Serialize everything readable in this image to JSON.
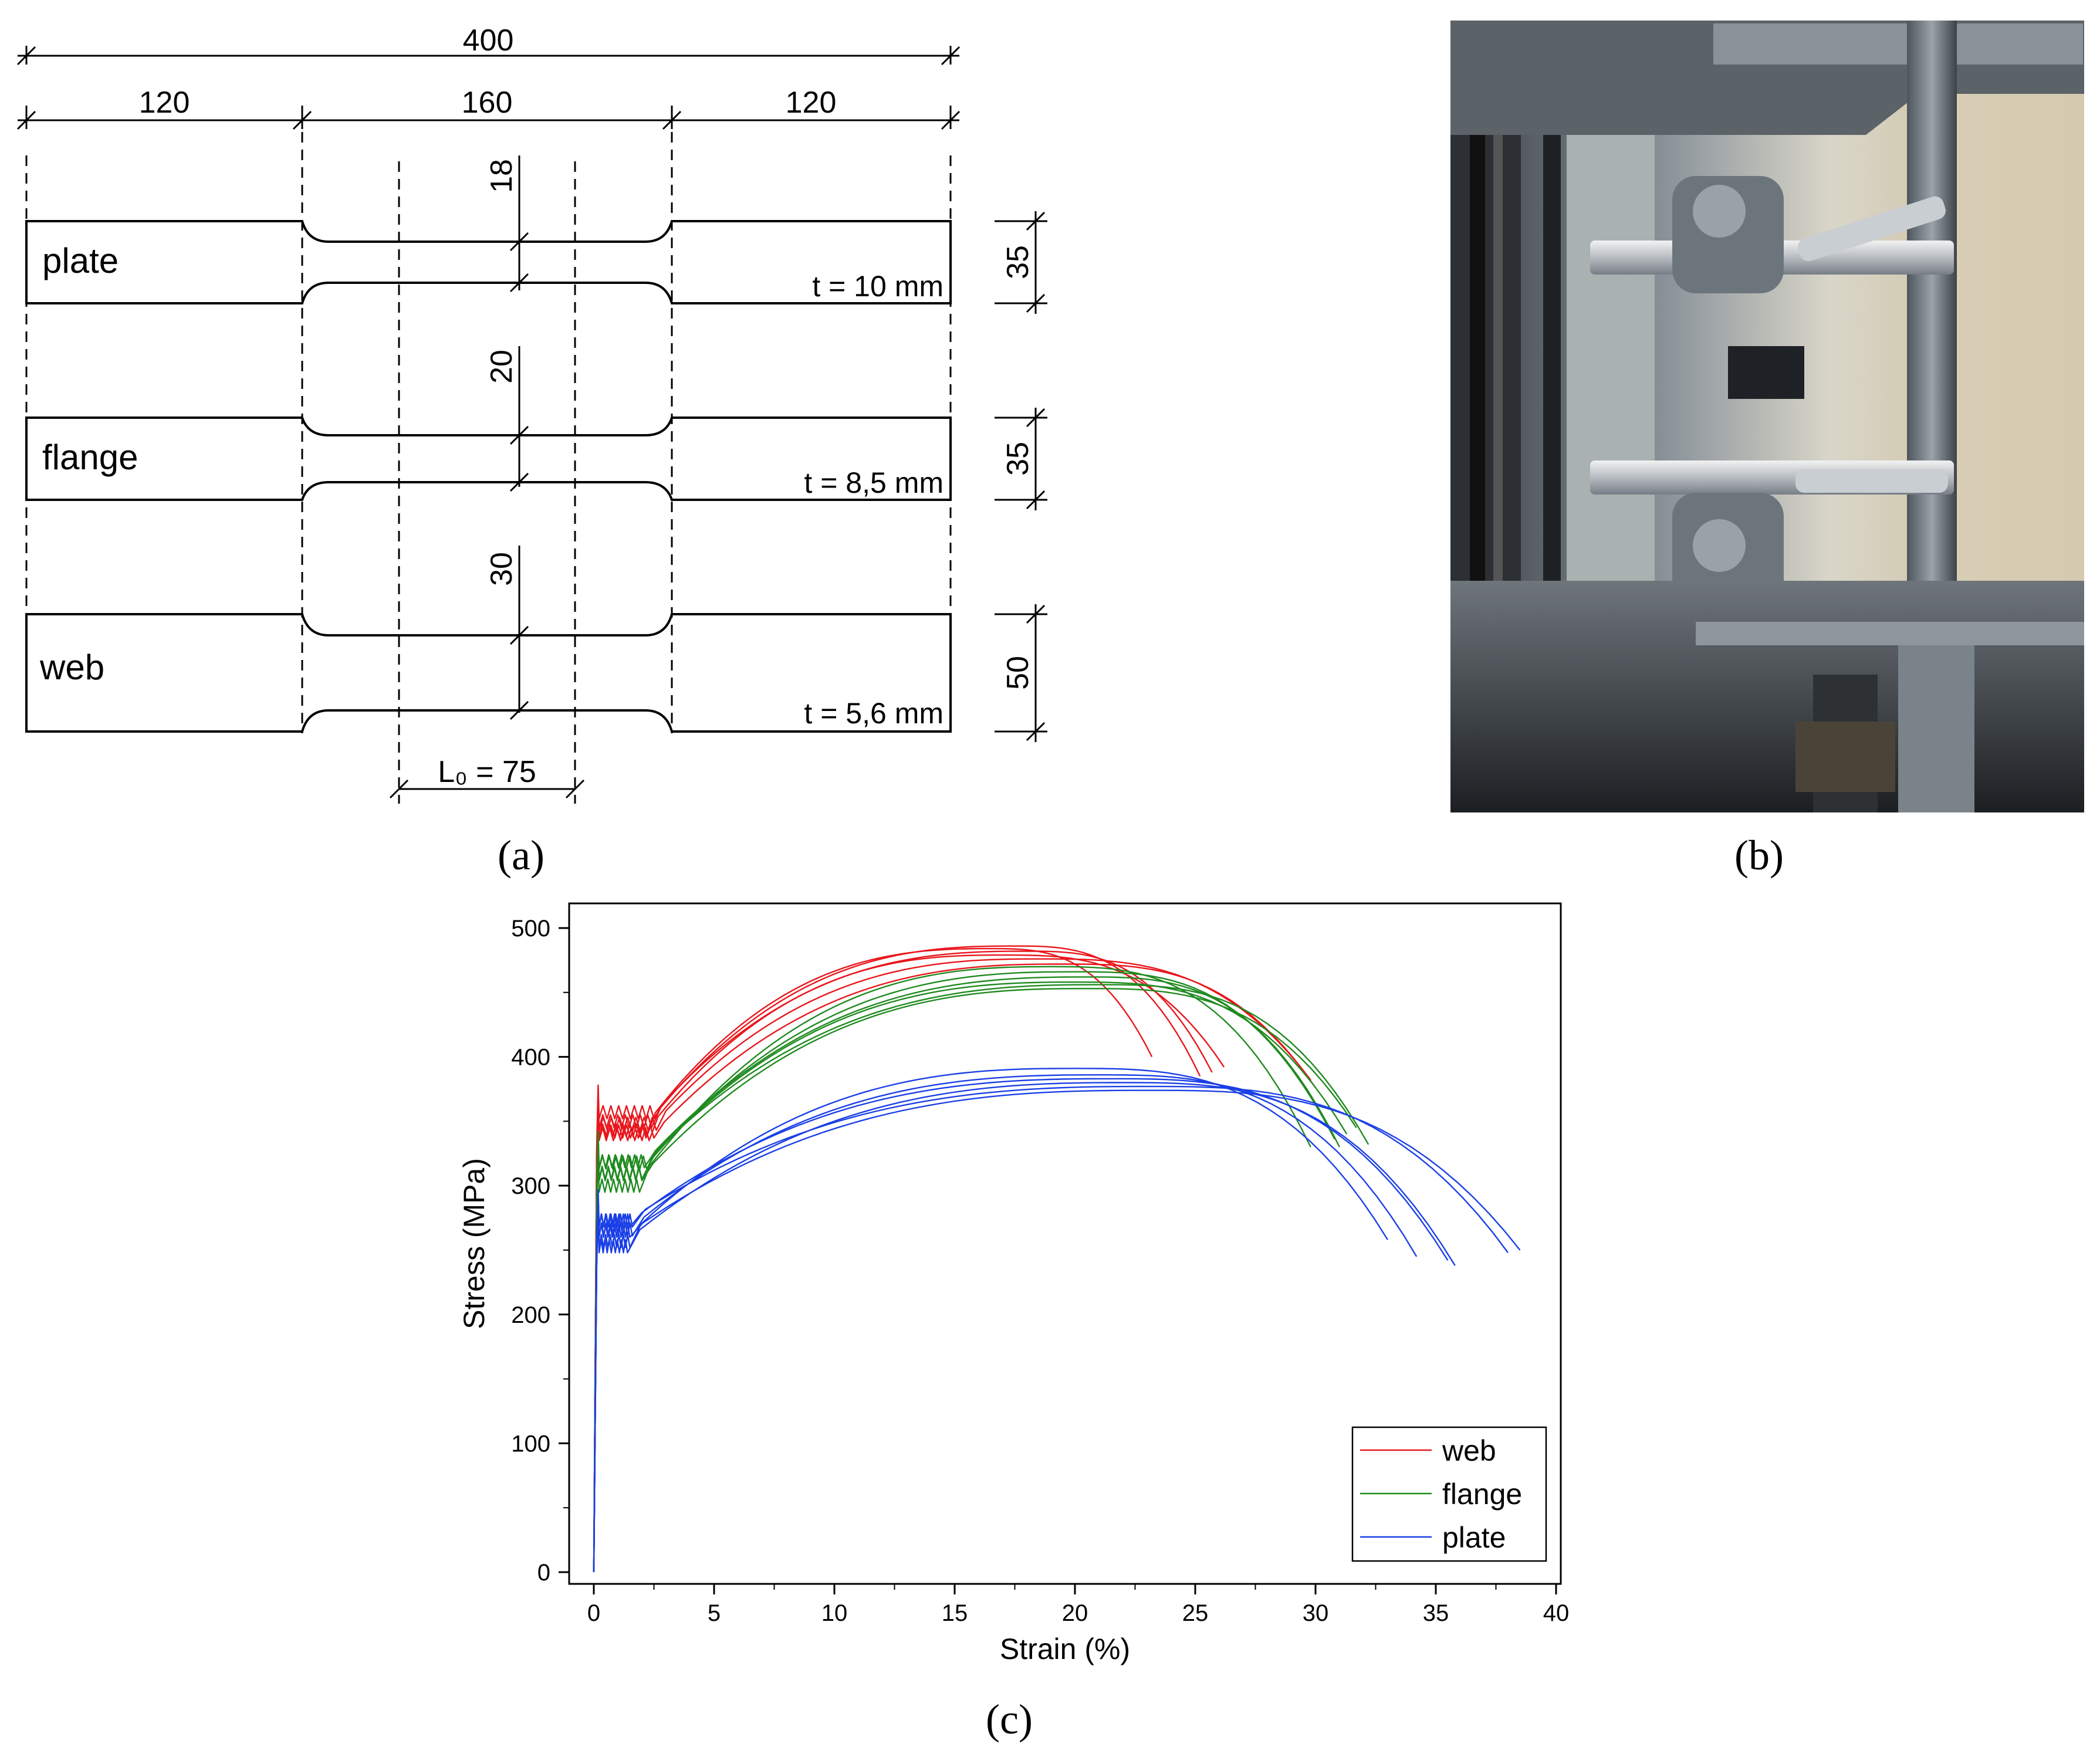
{
  "panel_a": {
    "dimensions": {
      "total_length": "400",
      "grip_left": "120",
      "middle": "160",
      "grip_right": "120",
      "gauge_length": "L₀ = 75"
    },
    "specimens": [
      {
        "name": "plate",
        "neck_width": "18",
        "width": "35",
        "thickness": "t = 10 mm"
      },
      {
        "name": "flange",
        "neck_width": "20",
        "width": "35",
        "thickness": "t = 8,5 mm"
      },
      {
        "name": "web",
        "neck_width": "30",
        "width": "50",
        "thickness": "t = 5,6 mm"
      }
    ],
    "caption": "(a)"
  },
  "panel_b": {
    "caption": "(b)"
  },
  "panel_c": {
    "caption": "(c)"
  },
  "colors": {
    "web": "#e8161c",
    "flange": "#1f8a1f",
    "plate": "#1b3fe6"
  },
  "chart_data": {
    "type": "line",
    "xlabel": "Strain (%)",
    "ylabel": "Stress (MPa)",
    "xlim": [
      0,
      40
    ],
    "ylim": [
      0,
      510
    ],
    "xticks": [
      0,
      5,
      10,
      15,
      20,
      25,
      30,
      35,
      40
    ],
    "yticks": [
      0,
      100,
      200,
      300,
      400,
      500
    ],
    "grid": false,
    "legend": "bottom-right",
    "series": [
      {
        "name": "web",
        "color": "#e8161c",
        "curves": [
          {
            "fy": 348,
            "ey": 2.2,
            "fu": 484,
            "eu": 16.5,
            "ef": 23.2,
            "sf": 400
          },
          {
            "fy": 352,
            "ey": 2.4,
            "fu": 486,
            "eu": 17.5,
            "ef": 25.2,
            "sf": 385
          },
          {
            "fy": 356,
            "ey": 2.5,
            "fu": 482,
            "eu": 18.0,
            "ef": 25.7,
            "sf": 388
          },
          {
            "fy": 345,
            "ey": 2.3,
            "fu": 479,
            "eu": 17.0,
            "ef": 26.2,
            "sf": 392
          },
          {
            "fy": 350,
            "ey": 2.6,
            "fu": 476,
            "eu": 18.5,
            "ef": 29.8,
            "sf": 382
          },
          {
            "fy": 341,
            "ey": 2.5,
            "fu": 472,
            "eu": 19.5,
            "ef": 30.0,
            "sf": 376
          }
        ]
      },
      {
        "name": "flange",
        "color": "#1f8a1f",
        "curves": [
          {
            "fy": 305,
            "ey": 1.9,
            "fu": 470,
            "eu": 19.0,
            "ef": 29.8,
            "sf": 330
          },
          {
            "fy": 312,
            "ey": 2.0,
            "fu": 466,
            "eu": 20.0,
            "ef": 30.8,
            "sf": 336
          },
          {
            "fy": 318,
            "ey": 2.1,
            "fu": 462,
            "eu": 20.5,
            "ef": 31.0,
            "sf": 330
          },
          {
            "fy": 314,
            "ey": 2.0,
            "fu": 458,
            "eu": 20.0,
            "ef": 31.3,
            "sf": 340
          },
          {
            "fy": 320,
            "ey": 2.2,
            "fu": 456,
            "eu": 21.0,
            "ef": 32.2,
            "sf": 332
          },
          {
            "fy": 308,
            "ey": 2.0,
            "fu": 453,
            "eu": 20.5,
            "ef": 31.7,
            "sf": 345
          }
        ]
      },
      {
        "name": "plate",
        "color": "#1b3fe6",
        "curves": [
          {
            "fy": 262,
            "ey": 1.5,
            "fu": 391,
            "eu": 20.0,
            "ef": 33.0,
            "sf": 258
          },
          {
            "fy": 268,
            "ey": 1.6,
            "fu": 386,
            "eu": 21.0,
            "ef": 34.2,
            "sf": 245
          },
          {
            "fy": 272,
            "ey": 1.5,
            "fu": 383,
            "eu": 21.5,
            "ef": 35.5,
            "sf": 242
          },
          {
            "fy": 258,
            "ey": 1.4,
            "fu": 380,
            "eu": 22.0,
            "ef": 35.8,
            "sf": 238
          },
          {
            "fy": 275,
            "ey": 1.6,
            "fu": 377,
            "eu": 23.0,
            "ef": 38.0,
            "sf": 248
          },
          {
            "fy": 264,
            "ey": 1.5,
            "fu": 374,
            "eu": 23.0,
            "ef": 38.5,
            "sf": 250
          }
        ]
      }
    ]
  }
}
